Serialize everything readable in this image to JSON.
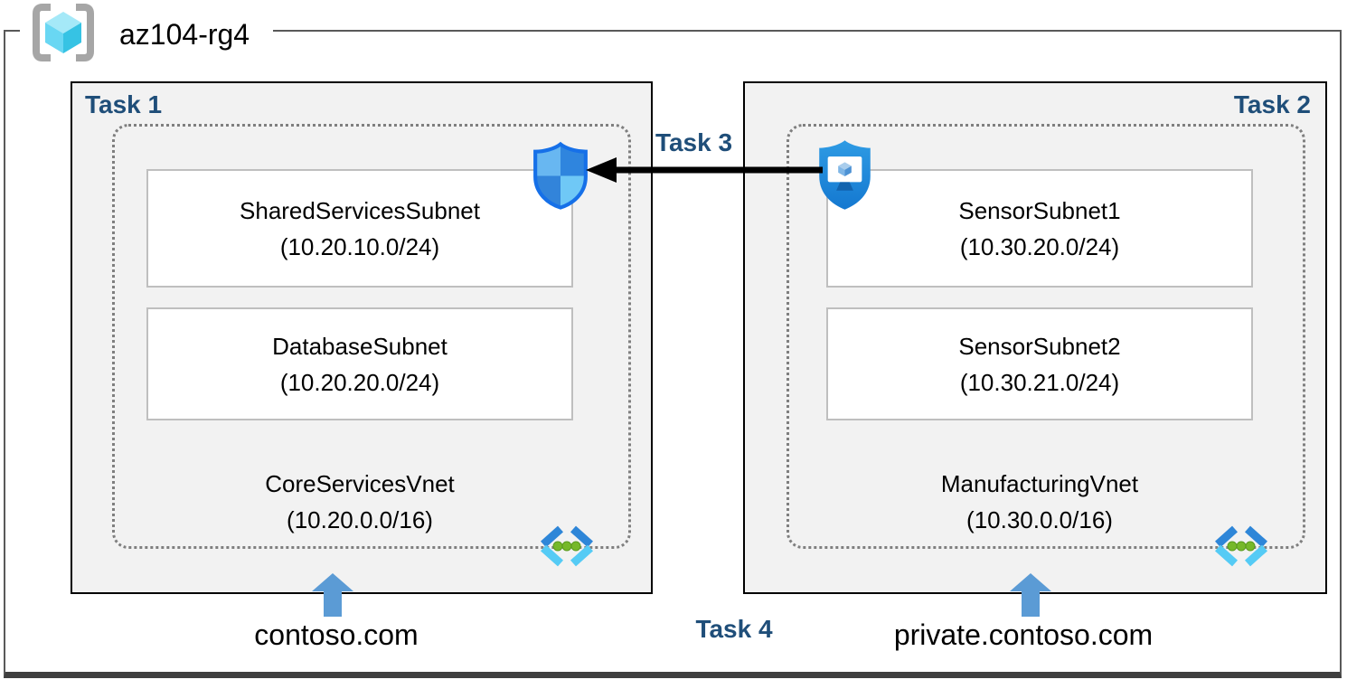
{
  "resource_group": {
    "name": "az104-rg4",
    "icon": "resource-group-icon"
  },
  "tasks": {
    "task1": "Task 1",
    "task2": "Task 2",
    "task3": "Task 3",
    "task4": "Task 4"
  },
  "vnet1": {
    "name": "CoreServicesVnet",
    "cidr": "(10.20.0.0/16)",
    "subnets": [
      {
        "name": "SharedServicesSubnet",
        "cidr": "(10.20.10.0/24)"
      },
      {
        "name": "DatabaseSubnet",
        "cidr": "(10.20.20.0/24)"
      }
    ],
    "dns": "contoso.com",
    "icons": [
      "network-security-group-icon",
      "virtual-network-icon"
    ]
  },
  "vnet2": {
    "name": "ManufacturingVnet",
    "cidr": "(10.30.0.0/16)",
    "subnets": [
      {
        "name": "SensorSubnet1",
        "cidr": "(10.30.20.0/24)"
      },
      {
        "name": "SensorSubnet2",
        "cidr": "(10.30.21.0/24)"
      }
    ],
    "dns": "private.contoso.com",
    "icons": [
      "application-security-group-icon",
      "virtual-network-icon"
    ]
  },
  "colors": {
    "task_label": "#1F4E79",
    "box_fill": "#F2F2F2",
    "box_border": "#000000",
    "subnet_border": "#BFBFBF",
    "dotted_border": "#7F7F7F",
    "frame_border": "#595959",
    "up_arrow_blue": "#5B9BD5",
    "peering_arrow": "#000000",
    "icon_blue": "#2E86D8",
    "icon_cyan": "#55CBF5",
    "icon_green": "#76B82A"
  }
}
